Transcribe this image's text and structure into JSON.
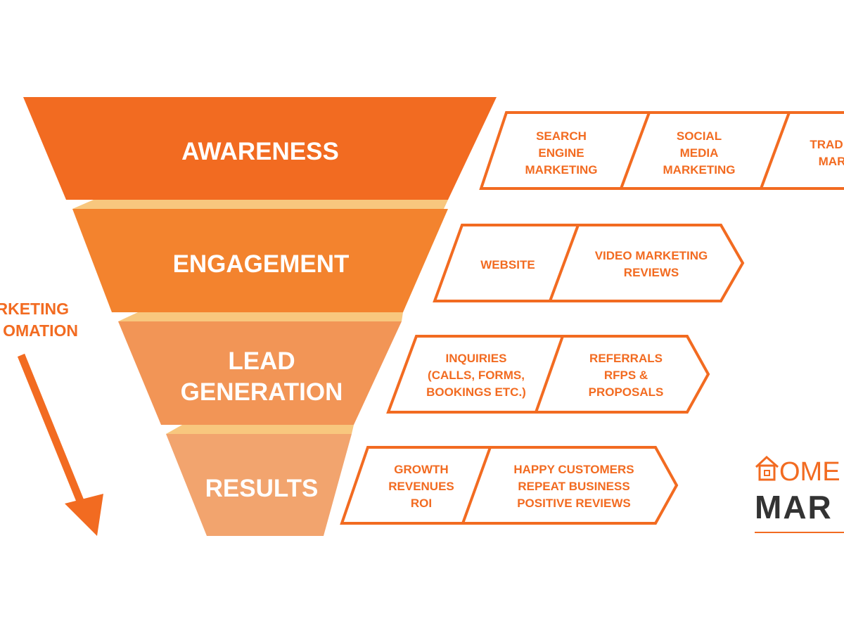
{
  "colors": {
    "accent": "#f26b21",
    "stage_awareness": "#f26b21",
    "stage_engagement": "#f3832e",
    "stage_lead": "#f29556",
    "stage_results": "#f2a46e",
    "connector": "#f8c77e",
    "logo_dark": "#333333"
  },
  "funnel": {
    "stages": [
      {
        "lines": [
          "AWARENESS"
        ]
      },
      {
        "lines": [
          "ENGAGEMENT"
        ]
      },
      {
        "lines": [
          "LEAD",
          "GENERATION"
        ]
      },
      {
        "lines": [
          "RESULTS"
        ]
      }
    ]
  },
  "side_label": {
    "lines": [
      "RKETING",
      "OMATION"
    ],
    "arrow_icon": "arrow-down-right-icon"
  },
  "channels": [
    {
      "stage": "AWARENESS",
      "boxes": [
        {
          "lines": [
            "SEARCH",
            "ENGINE",
            "MARKETING"
          ]
        },
        {
          "lines": [
            "SOCIAL",
            "MEDIA",
            "MARKETING"
          ]
        },
        {
          "lines": [
            "TRAD",
            "MAR"
          ]
        }
      ]
    },
    {
      "stage": "ENGAGEMENT",
      "boxes": [
        {
          "lines": [
            "WEBSITE"
          ]
        },
        {
          "lines": [
            "VIDEO MARKETING",
            "REVIEWS"
          ]
        }
      ]
    },
    {
      "stage": "LEAD GENERATION",
      "boxes": [
        {
          "lines": [
            "INQUIRIES",
            "(CALLS, FORMS,",
            "BOOKINGS ETC.)"
          ]
        },
        {
          "lines": [
            "REFERRALS",
            "RFPS &",
            "PROPOSALS"
          ]
        }
      ]
    },
    {
      "stage": "RESULTS",
      "boxes": [
        {
          "lines": [
            "GROWTH",
            "REVENUES",
            "ROI"
          ]
        },
        {
          "lines": [
            "HAPPY CUSTOMERS",
            "REPEAT BUSINESS",
            "POSITIVE REVIEWS"
          ]
        }
      ]
    }
  ],
  "logo": {
    "top_text": "OME",
    "bottom_text": "MAR",
    "icon": "house-icon"
  }
}
